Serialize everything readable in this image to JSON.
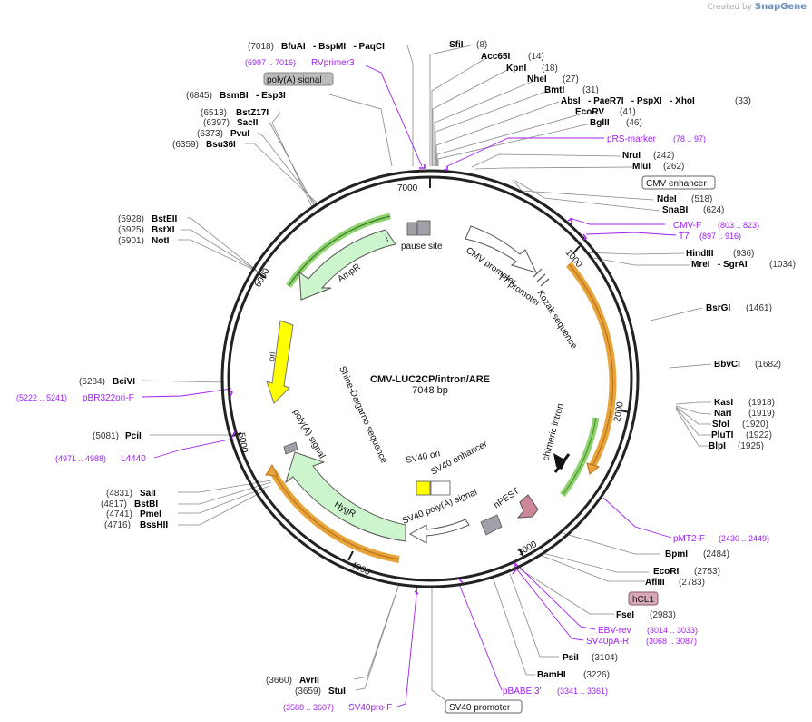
{
  "brand": {
    "created_by": "Created by",
    "name": "SnapGene"
  },
  "plasmid": {
    "name": "CMV-LUC2CP/intron/ARE",
    "size_label": "7048 bp",
    "length": 7048
  },
  "colors": {
    "backbone": "#222222",
    "enzyme": "#111111",
    "primer": "#a020f0",
    "feature_green": "#cdf5cd",
    "feature_orange": "#e8a33a",
    "feature_yellow": "#ffff00",
    "feature_gray": "#a0a0a8",
    "feature_pink": "#cc8899"
  },
  "tick_labels": [
    "1000",
    "2000",
    "3000",
    "4000",
    "5000",
    "6000",
    "7000"
  ],
  "enzymes": [
    {
      "label": "SfiI",
      "pos": "(8)"
    },
    {
      "label": "Acc65I",
      "pos": "(14)"
    },
    {
      "label": "KpnI",
      "pos": "(18)"
    },
    {
      "label": "NheI",
      "pos": "(27)"
    },
    {
      "label": "BmtI",
      "pos": "(31)"
    },
    {
      "label": "AbsI   - PaeR7I   - PspXI   - XhoI",
      "pos": "(33)"
    },
    {
      "label": "EcoRV",
      "pos": "(41)"
    },
    {
      "label": "BglII",
      "pos": "(46)"
    },
    {
      "label": "NruI",
      "pos": "(242)"
    },
    {
      "label": "MluI",
      "pos": "(262)"
    },
    {
      "label": "NdeI",
      "pos": "(518)"
    },
    {
      "label": "SnaBI",
      "pos": "(624)"
    },
    {
      "label": "HindIII",
      "pos": "(936)"
    },
    {
      "label": "MreI   - SgrAI",
      "pos": "(1034)"
    },
    {
      "label": "BsrGI",
      "pos": "(1461)"
    },
    {
      "label": "BbvCI",
      "pos": "(1682)"
    },
    {
      "label": "KasI",
      "pos": "(1918)"
    },
    {
      "label": "NarI",
      "pos": "(1919)"
    },
    {
      "label": "SfoI",
      "pos": "(1920)"
    },
    {
      "label": "PluTI",
      "pos": "(1922)"
    },
    {
      "label": "BlpI",
      "pos": "(1925)"
    },
    {
      "label": "BpmI",
      "pos": "(2484)"
    },
    {
      "label": "EcoRI",
      "pos": "(2753)"
    },
    {
      "label": "AflIII",
      "pos": "(2783)"
    },
    {
      "label": "FseI",
      "pos": "(2983)"
    },
    {
      "label": "PsiI",
      "pos": "(3104)"
    },
    {
      "label": "BamHI",
      "pos": "(3226)"
    },
    {
      "label": "AvrII",
      "pos": "(3660)"
    },
    {
      "label": "StuI",
      "pos": "(3659)"
    },
    {
      "label": "SalI",
      "pos": "(4831)"
    },
    {
      "label": "BstBI",
      "pos": "(4817)"
    },
    {
      "label": "PmeI",
      "pos": "(4741)"
    },
    {
      "label": "BssHII",
      "pos": "(4716)"
    },
    {
      "label": "PciI",
      "pos": "(5081)"
    },
    {
      "label": "BciVI",
      "pos": "(5284)"
    },
    {
      "label": "BstEII",
      "pos": "(5928)"
    },
    {
      "label": "BstXI",
      "pos": "(5925)"
    },
    {
      "label": "NotI",
      "pos": "(5901)"
    },
    {
      "label": "BsmBI   - Esp3I",
      "pos": "(6845)"
    },
    {
      "label": "BstZ17I",
      "pos": "(6513)"
    },
    {
      "label": "SacII",
      "pos": "(6397)"
    },
    {
      "label": "PvuI",
      "pos": "(6373)"
    },
    {
      "label": "Bsu36I",
      "pos": "(6359)"
    },
    {
      "label": "BfuAI   - BspMI   - PaqCI",
      "pos": "(7018)"
    }
  ],
  "primers": [
    {
      "label": "RVprimer3",
      "range": "(6997 .. 7016)"
    },
    {
      "label": "pRS-marker",
      "range": "(78 .. 97)"
    },
    {
      "label": "CMV-F",
      "range": "(803 .. 823)"
    },
    {
      "label": "T7",
      "range": "(897 .. 916)"
    },
    {
      "label": "pMT2-F",
      "range": "(2430 .. 2449)"
    },
    {
      "label": "EBV-rev",
      "range": "(3014 .. 3033)"
    },
    {
      "label": "SV40pA-R",
      "range": "(3068 .. 3087)"
    },
    {
      "label": "pBABE 3'",
      "range": "(3341 .. 3361)"
    },
    {
      "label": "SV40pro-F",
      "range": "(3588 .. 3607)"
    },
    {
      "label": "L4440",
      "range": "(4971 .. 4988)"
    },
    {
      "label": "pBR322ori-F",
      "range": "(5222 .. 5241)"
    }
  ],
  "boxed_features": [
    {
      "label": "poly(A) signal"
    },
    {
      "label": "CMV enhancer"
    },
    {
      "label": "hCL1"
    },
    {
      "label": "SV40 promoter"
    }
  ],
  "features": [
    {
      "label": "AmpR"
    },
    {
      "label": "ori"
    },
    {
      "label": "HygR"
    },
    {
      "label": "pause site"
    },
    {
      "label": "CMV promoter"
    },
    {
      "label": "T7 promoter"
    },
    {
      "label": "Kozak sequence"
    },
    {
      "label": "chimeric intron"
    },
    {
      "label": "hPEST"
    },
    {
      "label": "SV40 poly(A) signal"
    },
    {
      "label": "SV40 ori"
    },
    {
      "label": "SV40 enhancer"
    },
    {
      "label": "poly(A) signal"
    },
    {
      "label": "Shine-Dalgarno sequence"
    }
  ]
}
